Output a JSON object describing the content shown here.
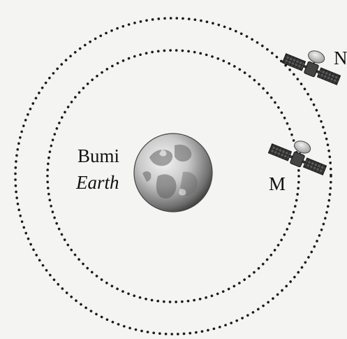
{
  "earth": {
    "label_ms": "Bumi",
    "label_en": "Earth"
  },
  "satellites": {
    "inner_label": "M",
    "outer_label": "N"
  }
}
